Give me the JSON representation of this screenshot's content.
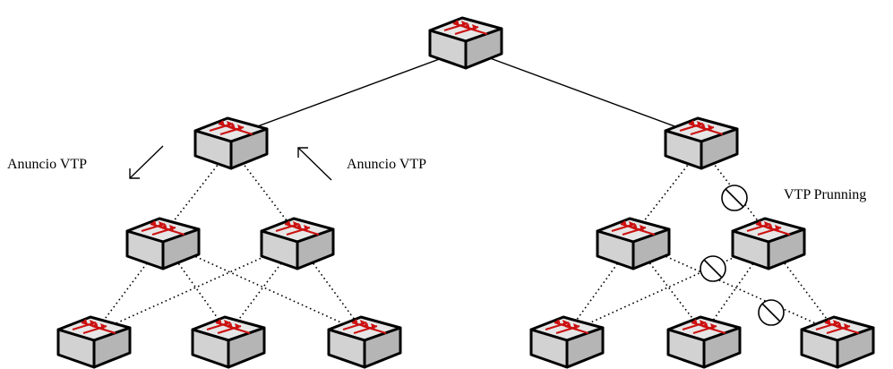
{
  "labels": {
    "vtp_advert_left": "Anuncio VTP",
    "vtp_advert_right": "Anuncio VTP",
    "vtp_pruning": "VTP Prunning"
  },
  "colors": {
    "switch_top": "#e8e8e8",
    "switch_side": "#b9b9b9",
    "switch_outline": "#000000",
    "arrow_red": "#cc1111",
    "link": "#000000"
  },
  "icons": {
    "switch": "switch-icon",
    "pruned_link": "prohibited-icon",
    "advert_arrow": "arrow-icon"
  }
}
